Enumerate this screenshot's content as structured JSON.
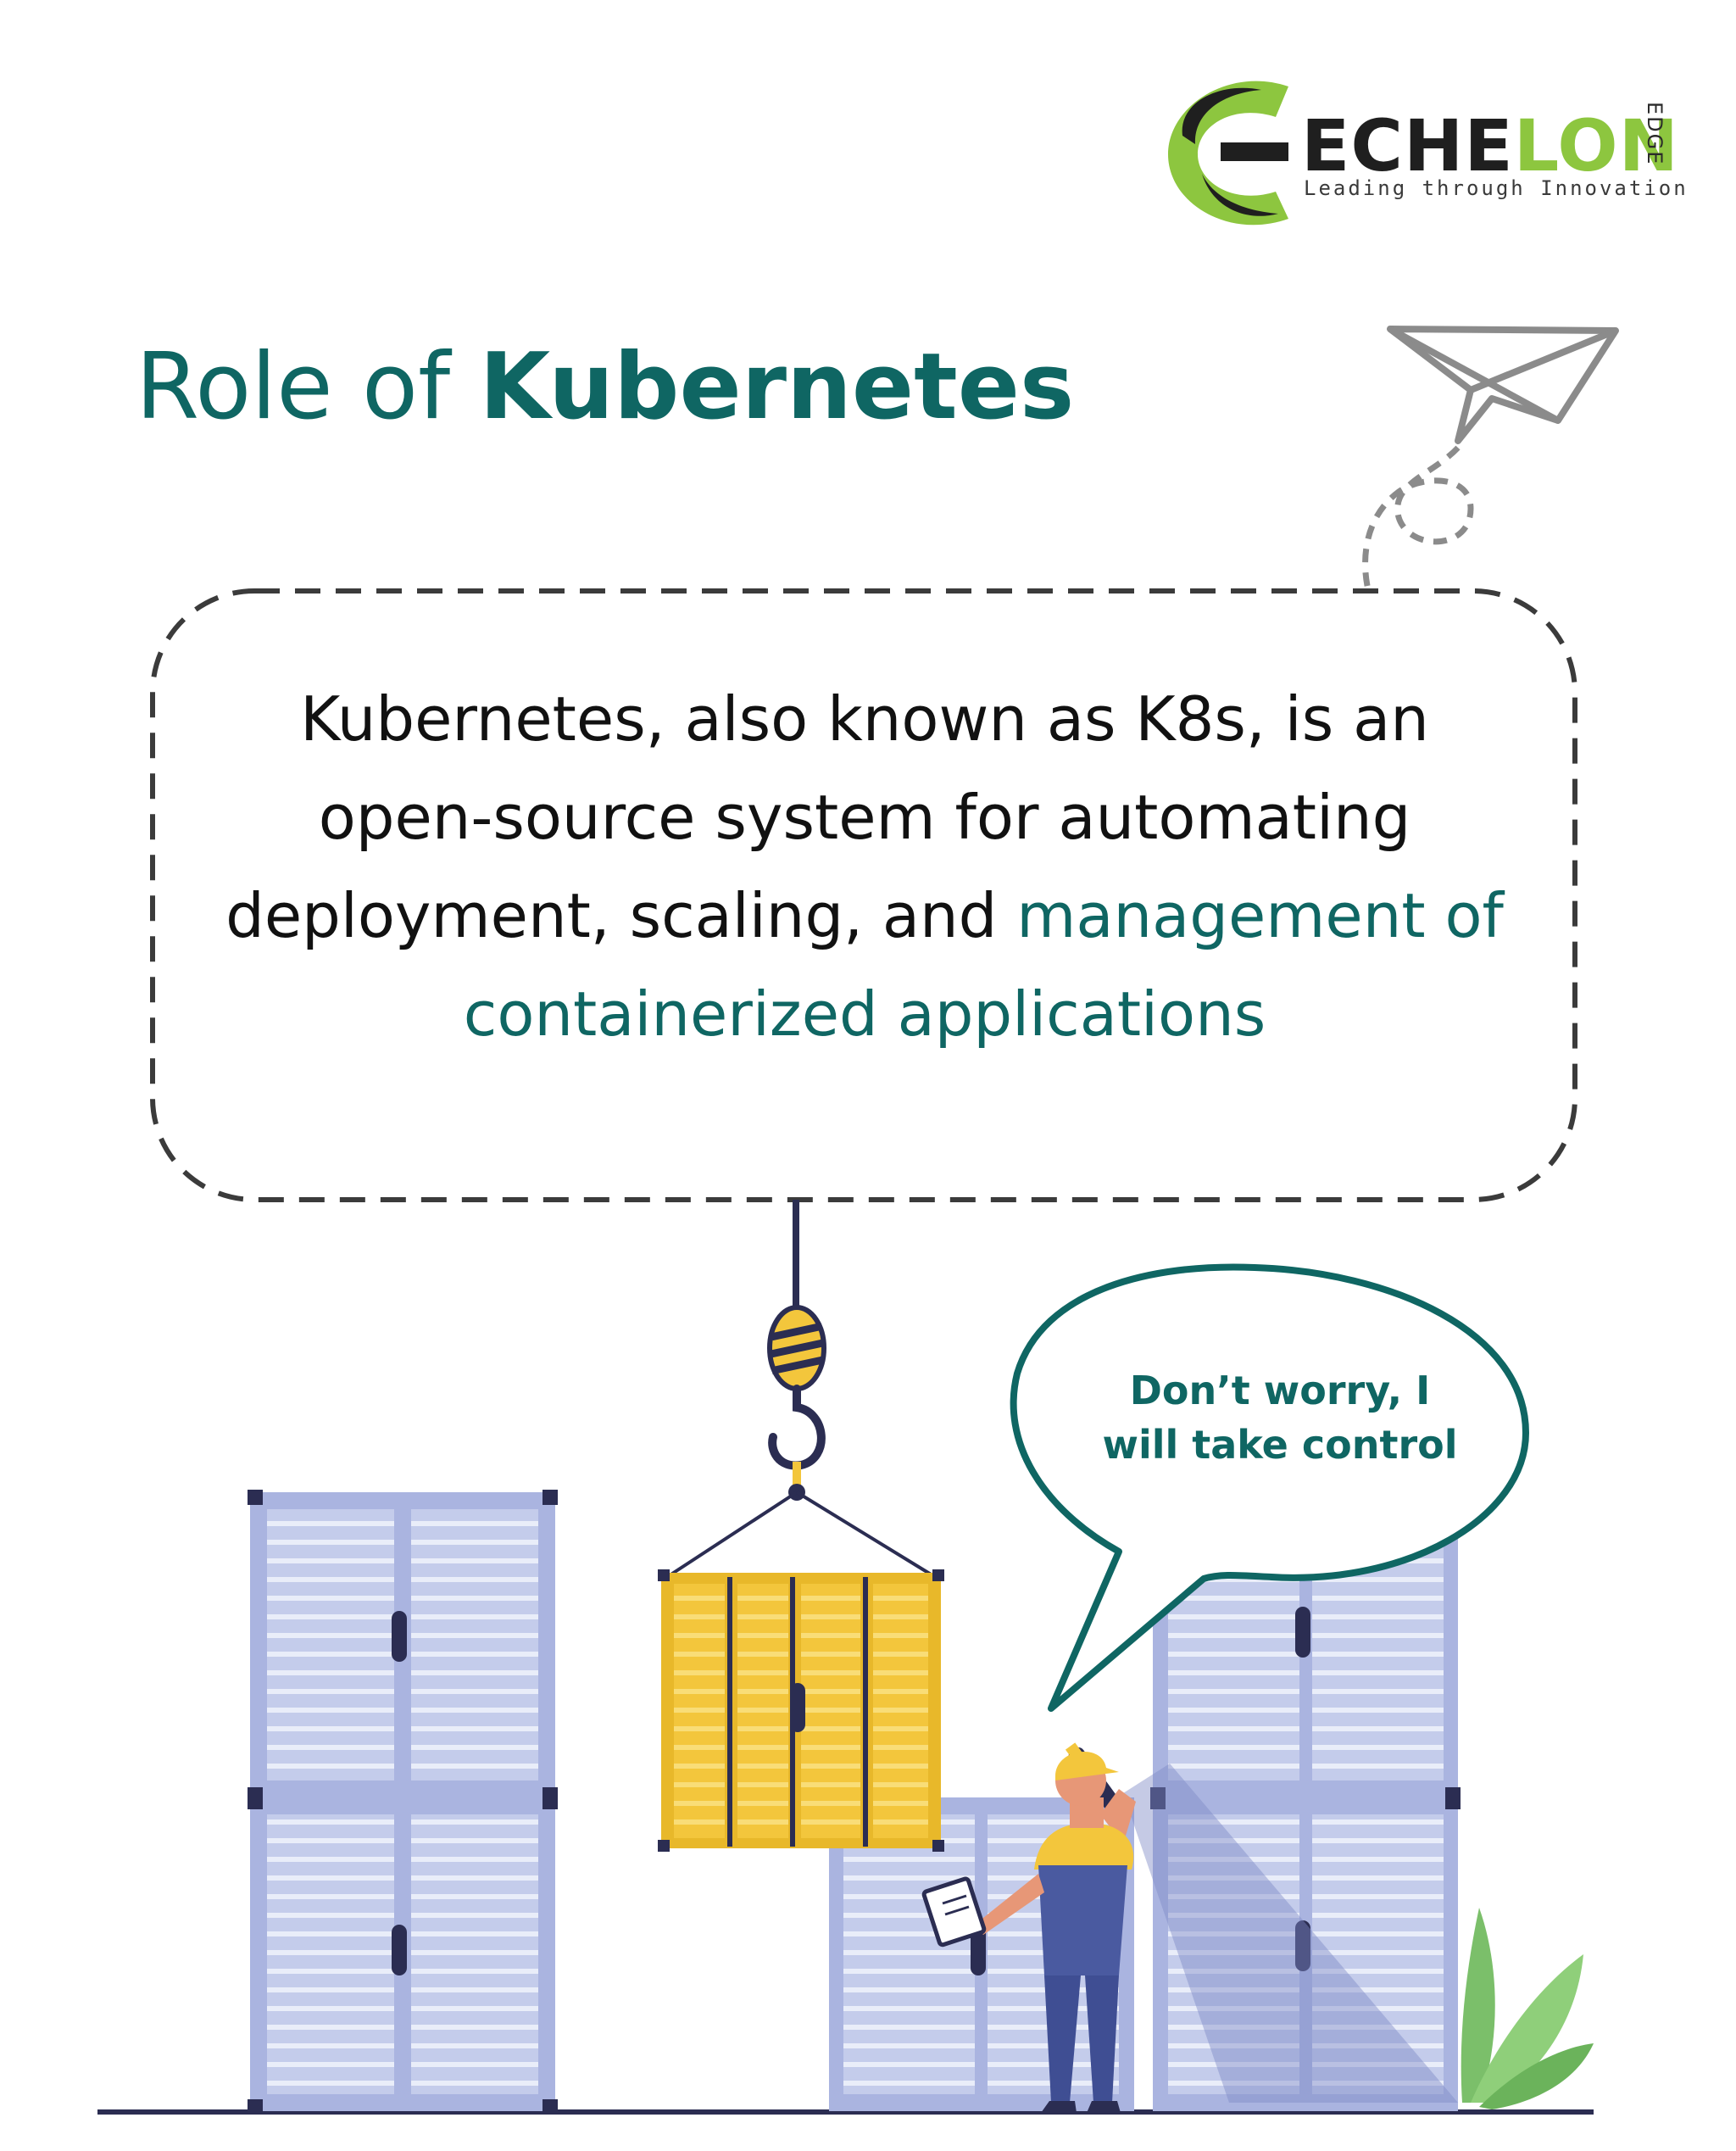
{
  "logo": {
    "brand_part1": "ECHE",
    "brand_part2": "LON",
    "side_text": "EDGE",
    "tagline": "Leading through Innovation",
    "colors": {
      "green": "#8dc63f",
      "dark": "#1f1f1f"
    }
  },
  "title": {
    "prefix": "Role of ",
    "emphasis": "Kubernetes"
  },
  "definition": {
    "line1": "Kubernetes, also known as K8s, is an",
    "line2": "open-source system for automating",
    "line3_plain": "deployment, scaling, and ",
    "line3_highlight": "management of",
    "line4_highlight": "containerized applications"
  },
  "speech_bubble": {
    "line1": "Don’t worry, I",
    "line2": "will take control"
  },
  "illustration": {
    "icons": [
      "paper-plane-icon",
      "crane-hook-icon",
      "shipping-container-icon",
      "worker-figure-icon",
      "plant-icon"
    ],
    "colors": {
      "teal": "#0f6663",
      "container_blue": "#c4cceb",
      "container_yellow": "#f3c63c",
      "navy": "#2b2d52"
    }
  }
}
